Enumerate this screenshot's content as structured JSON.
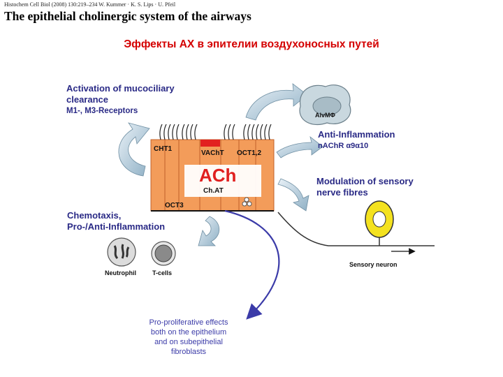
{
  "header": {
    "citation": "Histochem Cell Biol (2008) 130:219–234    W. Kummer · K. S. Lips · U. Pfeil",
    "title": "The epithelial cholinergic system of the airways"
  },
  "subtitle": "Эффекты АХ в эпителии воздухоносных путей",
  "labels": {
    "activation": [
      "Activation of mucociliary",
      "clearance",
      "M1-, M3-Receptors"
    ],
    "anti_inflammation": "Anti-Inflammation",
    "nachr": "nAChR α9α10",
    "modulation": [
      "Modulation of sensory",
      "nerve fibres"
    ],
    "chemotaxis": [
      "Chemotaxis,",
      "Pro-/Anti-Inflammation"
    ]
  },
  "cell_labels": {
    "cht1": "CHT1",
    "vacht": "VAChT",
    "oct12": "OCT1,2",
    "ach": "ACh",
    "chat": "Ch.AT",
    "oct3": "OCT3",
    "alvmf": "AlvMΦ",
    "neutrophil": "Neutrophil",
    "tcells": "T-cells",
    "sensory_neuron": "Sensory neuron"
  },
  "note": [
    "Pro-proliferative effects",
    "both on the epithelium",
    "and on subepithelial",
    "fibroblasts"
  ],
  "colors": {
    "subtitle": "#d40000",
    "label": "#2a2a86",
    "epithelium": "#f39c5a",
    "epithelium_dark": "#d9692a",
    "ach": "#e02020",
    "neuron": "#f4e21f",
    "blue_arrow": "#3b3ba8",
    "grey_arrow": "#a9c4d6"
  }
}
